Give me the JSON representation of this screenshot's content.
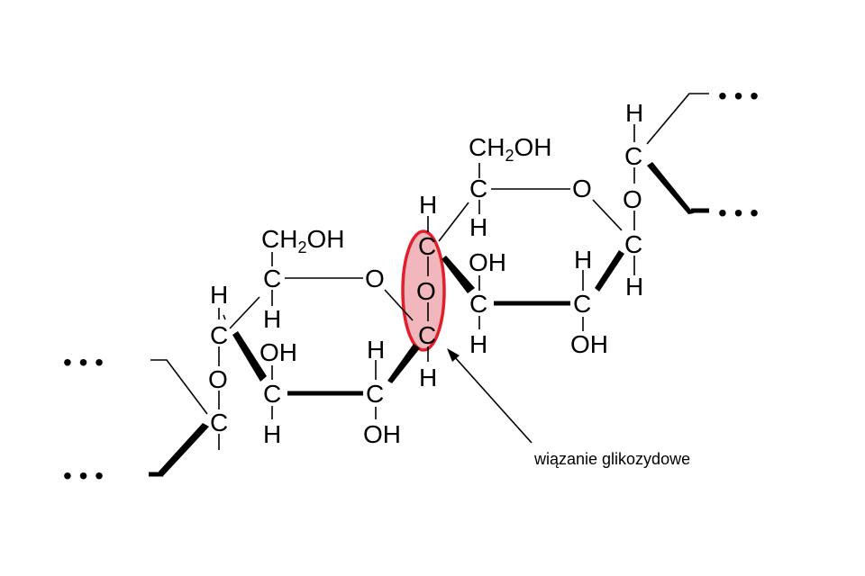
{
  "labels": {
    "C": "C",
    "O": "O",
    "H": "H",
    "OH": "OH",
    "ch2oh_prefix": "CH",
    "ch2oh_sub": "2",
    "ch2oh_suffix": "OH",
    "ellipsis": "• • •"
  },
  "annotation": {
    "text": "wiązanie glikozydowe"
  },
  "colors": {
    "highlight_fill": "#f2b7bd",
    "highlight_stroke": "#e01f2b",
    "ink": "#000000"
  }
}
